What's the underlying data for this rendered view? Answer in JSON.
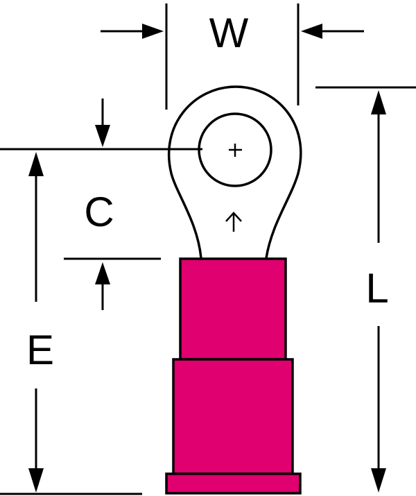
{
  "labels": {
    "width": "W",
    "center": "C",
    "edge": "E",
    "length": "L"
  },
  "colors": {
    "sleeve": "#e0006f",
    "outline": "#000000",
    "background": "#ffffff"
  }
}
